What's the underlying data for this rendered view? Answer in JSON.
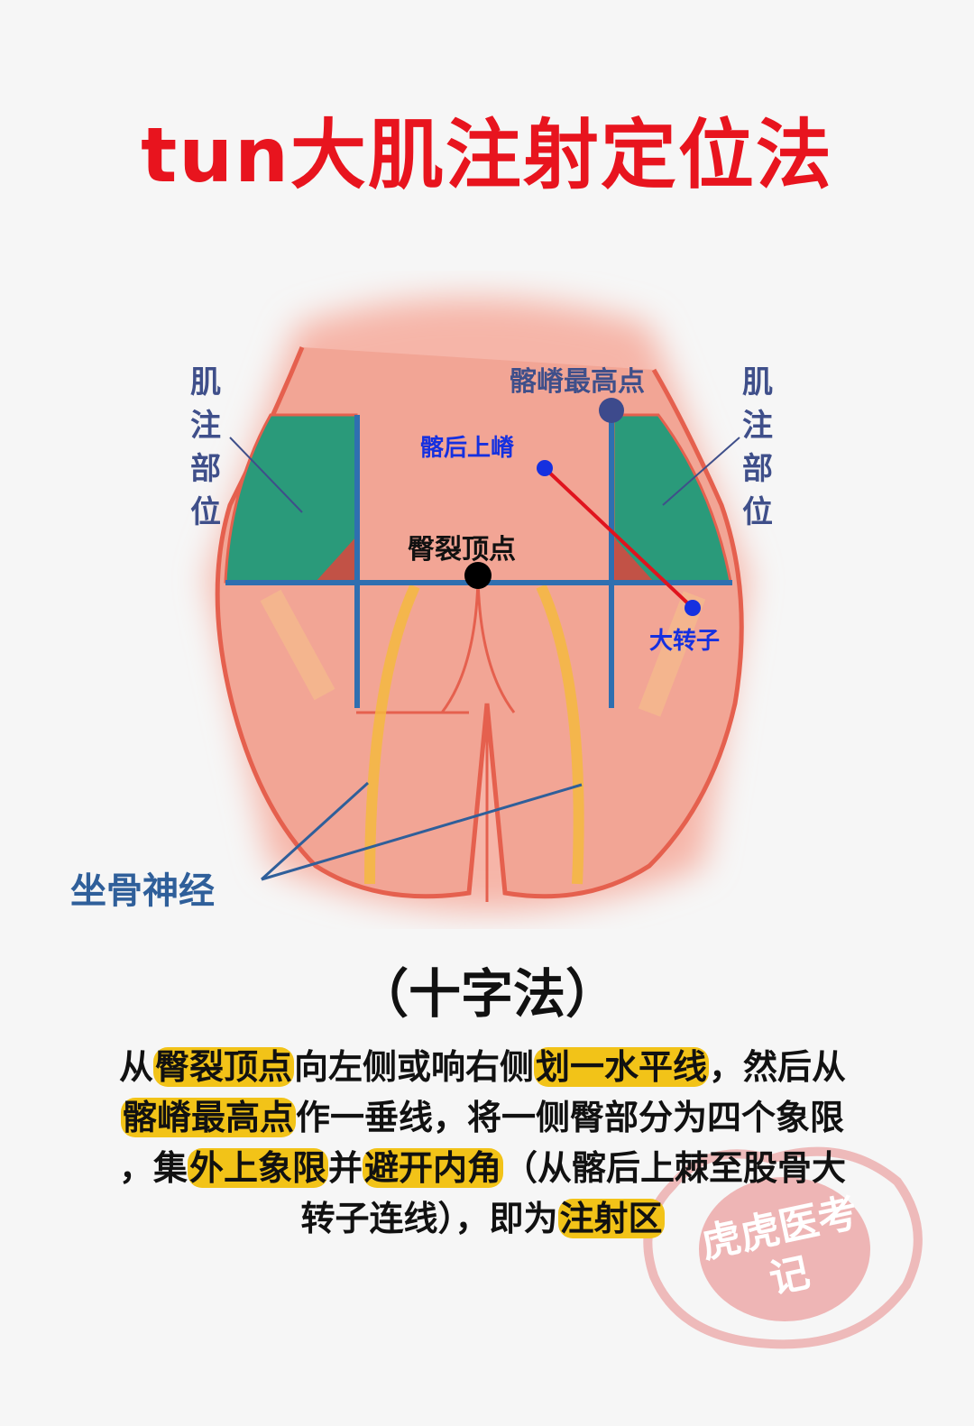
{
  "title": "tun大肌注射定位法",
  "labels": {
    "im_site_left": [
      "肌",
      "注",
      "部",
      "位"
    ],
    "im_site_right": [
      "肌",
      "注",
      "部",
      "位"
    ],
    "iliac_crest_top": "髂嵴最高点",
    "psis": "髂后上嵴",
    "gluteal_cleft_top": "臀裂顶点",
    "greater_trochanter": "大转子",
    "sciatic_nerve": "坐骨神经"
  },
  "method": "（十字法）",
  "description_lines": [
    [
      {
        "t": "从",
        "h": false
      },
      {
        "t": "臀裂顶点",
        "h": true
      },
      {
        "t": "向左侧或响右侧",
        "h": false
      },
      {
        "t": "划一水平线",
        "h": true
      },
      {
        "t": "，然后从",
        "h": false
      }
    ],
    [
      {
        "t": "髂嵴最高点",
        "h": true
      },
      {
        "t": "作一垂线，将一侧臀部分为四个象限",
        "h": false
      }
    ],
    [
      {
        "t": "，集",
        "h": false
      },
      {
        "t": "外上象限",
        "h": true
      },
      {
        "t": "并",
        "h": false
      },
      {
        "t": "避开内角",
        "h": true
      },
      {
        "t": "（从髂后上棘至股骨大",
        "h": false
      }
    ],
    [
      {
        "t": "转子连线），即为",
        "h": false
      },
      {
        "t": "注射区",
        "h": true
      }
    ]
  ],
  "watermark": "虎虎医考记",
  "colors": {
    "title": "#e8141e",
    "green": "#2a9a7a",
    "blue": "#2f6fb0",
    "skin": "#f3a596",
    "outline": "#e5604e",
    "bone": "#f6c08a",
    "nerve": "#f5b840",
    "highlight": "#f2c318"
  }
}
